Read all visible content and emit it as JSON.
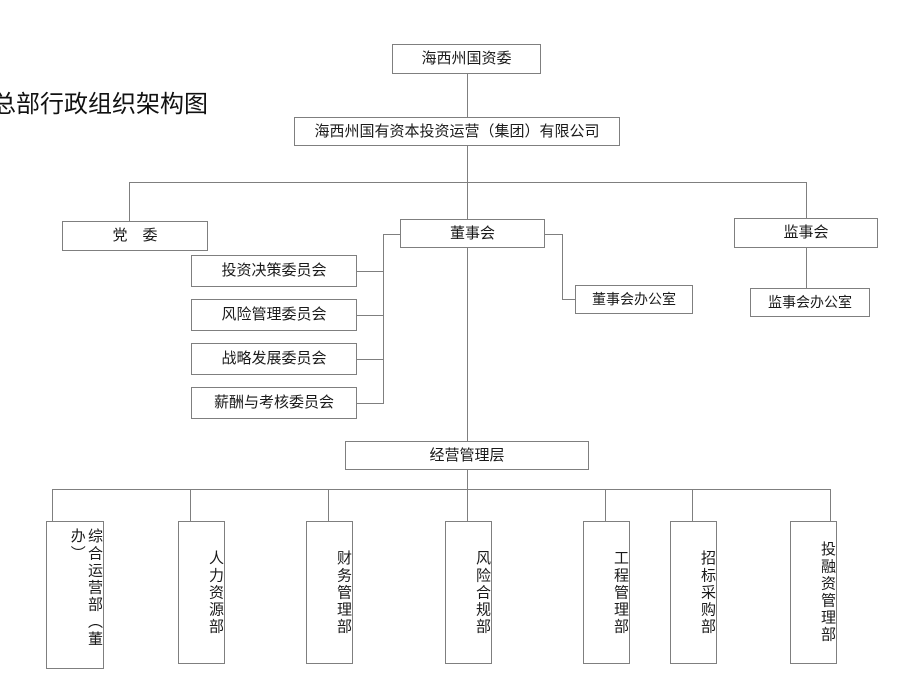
{
  "page": {
    "title": "总部行政组织架构图",
    "background_color": "#ffffff",
    "line_color": "#7f7f7f",
    "text_color": "#1a1a1a"
  },
  "chart_data": {
    "type": "diagram",
    "diagram_kind": "organizational-chart",
    "title": "总部行政组织架构图",
    "orientation": "top-down",
    "nodes": [
      {
        "id": "sasac",
        "label": "海西州国资委",
        "level": 0
      },
      {
        "id": "group",
        "label": "海西州国有资本投资运营（集团）有限公司",
        "level": 1
      },
      {
        "id": "party",
        "label": "党　委",
        "level": 2
      },
      {
        "id": "board",
        "label": "董事会",
        "level": 2
      },
      {
        "id": "supervisors",
        "label": "监事会",
        "level": 2
      },
      {
        "id": "board-office",
        "label": "董事会办公室",
        "level": 3
      },
      {
        "id": "supervisor-office",
        "label": "监事会办公室",
        "level": 3
      },
      {
        "id": "cmte-invest",
        "label": "投资决策委员会",
        "level": 3
      },
      {
        "id": "cmte-risk",
        "label": "风险管理委员会",
        "level": 3
      },
      {
        "id": "cmte-strategy",
        "label": "战略发展委员会",
        "level": 3
      },
      {
        "id": "cmte-comp",
        "label": "薪酬与考核委员会",
        "level": 3
      },
      {
        "id": "management",
        "label": "经营管理层",
        "level": 4
      },
      {
        "id": "dept-ops",
        "label": "综合运营部（董办）",
        "level": 5
      },
      {
        "id": "dept-hr",
        "label": "人力资源部",
        "level": 5
      },
      {
        "id": "dept-finance",
        "label": "财务管理部",
        "level": 5
      },
      {
        "id": "dept-risk",
        "label": "风险合规部",
        "level": 5
      },
      {
        "id": "dept-engineering",
        "label": "工程管理部",
        "level": 5
      },
      {
        "id": "dept-procurement",
        "label": "招标采购部",
        "level": 5
      },
      {
        "id": "dept-investment",
        "label": "投融资管理部",
        "level": 5
      }
    ],
    "edges": [
      {
        "from": "sasac",
        "to": "group"
      },
      {
        "from": "group",
        "to": "party"
      },
      {
        "from": "group",
        "to": "board"
      },
      {
        "from": "group",
        "to": "supervisors"
      },
      {
        "from": "board",
        "to": "board-office"
      },
      {
        "from": "supervisors",
        "to": "supervisor-office"
      },
      {
        "from": "board",
        "to": "cmte-invest"
      },
      {
        "from": "board",
        "to": "cmte-risk"
      },
      {
        "from": "board",
        "to": "cmte-strategy"
      },
      {
        "from": "board",
        "to": "cmte-comp"
      },
      {
        "from": "board",
        "to": "management"
      },
      {
        "from": "management",
        "to": "dept-ops"
      },
      {
        "from": "management",
        "to": "dept-hr"
      },
      {
        "from": "management",
        "to": "dept-finance"
      },
      {
        "from": "management",
        "to": "dept-risk"
      },
      {
        "from": "management",
        "to": "dept-engineering"
      },
      {
        "from": "management",
        "to": "dept-procurement"
      },
      {
        "from": "management",
        "to": "dept-investment"
      }
    ]
  },
  "top": {
    "sasac": "海西州国资委",
    "group": "海西州国有资本投资运营（集团）有限公司"
  },
  "governance": {
    "party": "党　委",
    "board": "董事会",
    "supervisors": "监事会",
    "board_office": "董事会办公室",
    "supervisor_office": "监事会办公室"
  },
  "committees": [
    {
      "label": "投资决策委员会"
    },
    {
      "label": "风险管理委员会"
    },
    {
      "label": "战略发展委员会"
    },
    {
      "label": "薪酬与考核委员会"
    }
  ],
  "management": {
    "label": "经营管理层"
  },
  "departments": [
    {
      "label": "综合运营部（董办）"
    },
    {
      "label": "人力资源部"
    },
    {
      "label": "财务管理部"
    },
    {
      "label": "风险合规部"
    },
    {
      "label": "工程管理部"
    },
    {
      "label": "招标采购部"
    },
    {
      "label": "投融资管理部"
    }
  ]
}
